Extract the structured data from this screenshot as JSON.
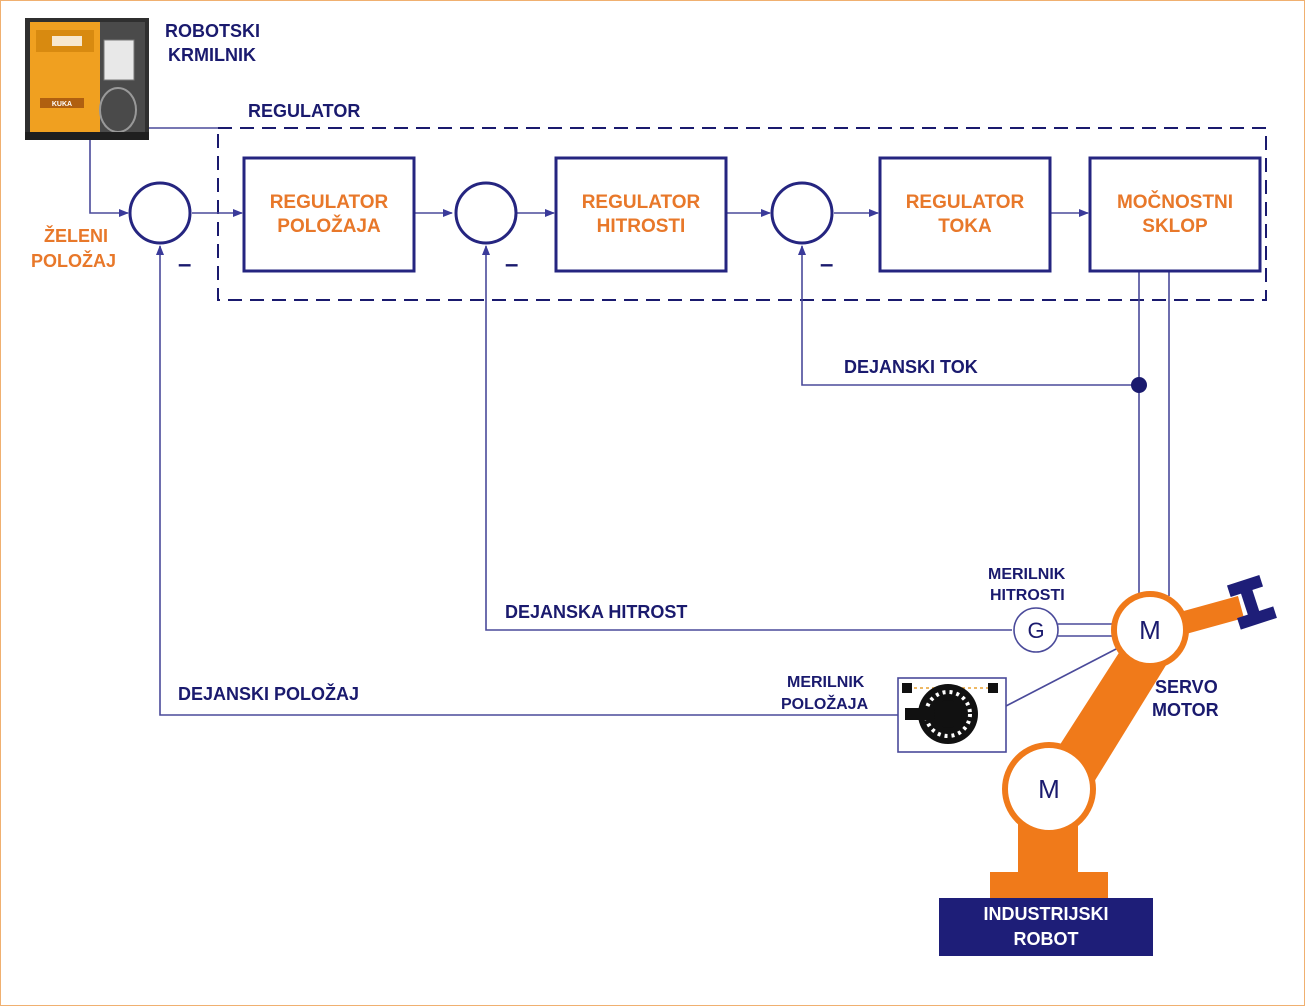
{
  "colors": {
    "line": "#4a4a9a",
    "navy": "#1a1a6e",
    "block_border": "#252580",
    "orange": "#f07a1a",
    "label_orange": "#e8782a",
    "robot_base": "#1e1e78",
    "cabinet_orange": "#f0a020",
    "cabinet_dark": "#3a3a3a"
  },
  "labels": {
    "controller_title_1": "ROBOTSKI",
    "controller_title_2": "KRMILNIK",
    "cabinet_brand": "KUKA",
    "regulator_group": "REGULATOR",
    "desired_1": "ŽELENI",
    "desired_2": "POLOŽAJ",
    "minus": "–",
    "actual_current": "DEJANSKI TOK",
    "actual_speed": "DEJANSKA HITROST",
    "actual_position": "DEJANSKI POLOŽAJ",
    "speed_meter_1": "MERILNIK",
    "speed_meter_2": "HITROSTI",
    "pos_meter_1": "MERILNIK",
    "pos_meter_2": "POLOŽAJA",
    "servo_1": "SERVO",
    "servo_2": "MOTOR",
    "generator": "G",
    "motor": "M",
    "robot_1": "INDUSTRIJSKI",
    "robot_2": "ROBOT"
  },
  "blocks": [
    {
      "line1": "REGULATOR",
      "line2": "POLOŽAJA"
    },
    {
      "line1": "REGULATOR",
      "line2": "HITROSTI"
    },
    {
      "line1": "REGULATOR",
      "line2": "TOKA"
    },
    {
      "line1": "MOČNOSTNI",
      "line2": "SKLOP"
    }
  ]
}
